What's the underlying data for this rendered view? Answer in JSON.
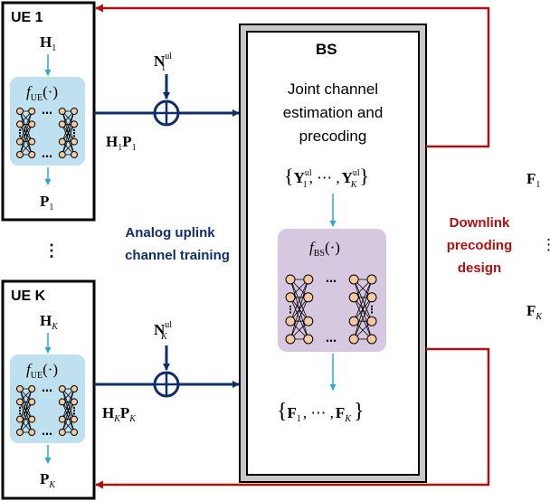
{
  "ue1": {
    "title": "UE 1",
    "input": "H",
    "input_sub": "1",
    "func": "f",
    "func_sub": "UE",
    "func_arg": "(·)",
    "output": "P",
    "output_sub": "1"
  },
  "ueK": {
    "title": "UE K",
    "input": "H",
    "input_sub": "K",
    "func": "f",
    "func_sub": "UE",
    "func_arg": "(·)",
    "output": "P",
    "output_sub": "K"
  },
  "ue_ellipsis": "⋮",
  "noise1": {
    "base": "N",
    "sup": "ul",
    "sub": "1"
  },
  "noiseK": {
    "base": "N",
    "sup": "ul",
    "sub": "K"
  },
  "sig1": {
    "a": "H",
    "a_sub": "1",
    "b": "P",
    "b_sub": "1"
  },
  "sigK": {
    "a": "H",
    "a_sub": "K",
    "b": "P",
    "b_sub": "K"
  },
  "uplink_label": {
    "line1": "Analog uplink",
    "line2": "channel training"
  },
  "bs": {
    "title": "BS",
    "desc_line1": "Joint channel",
    "desc_line2": "estimation and",
    "desc_line3": "precoding",
    "y_open": "{",
    "y_a": "Y",
    "y_a_sup": "ul",
    "y_a_sub": "1",
    "y_mid": ", ⋯ ,",
    "y_b": "Y",
    "y_b_sup": "ul",
    "y_b_sub": "K",
    "y_close": "}",
    "func": "f",
    "func_sub": "BS",
    "func_arg": "(·)",
    "f_open": "{",
    "f_a": "F",
    "f_a_sub": "1",
    "f_mid": ", ⋯ ,",
    "f_b": "F",
    "f_b_sub": "K",
    "f_close": "}"
  },
  "downlink_label": {
    "line1": "Downlink",
    "line2": "precoding",
    "line3": "design"
  },
  "right_outputs": {
    "f1": "F",
    "f1_sub": "1",
    "dots": "⋮",
    "fK": "F",
    "fK_sub": "K"
  },
  "colors": {
    "navy": "#0f2f6b",
    "red": "#b01010",
    "cyan": "#2aa7d8",
    "ue_box": "#bfe0ee",
    "bs_box": "#d7c8e2",
    "node": "#f5c8a0"
  }
}
